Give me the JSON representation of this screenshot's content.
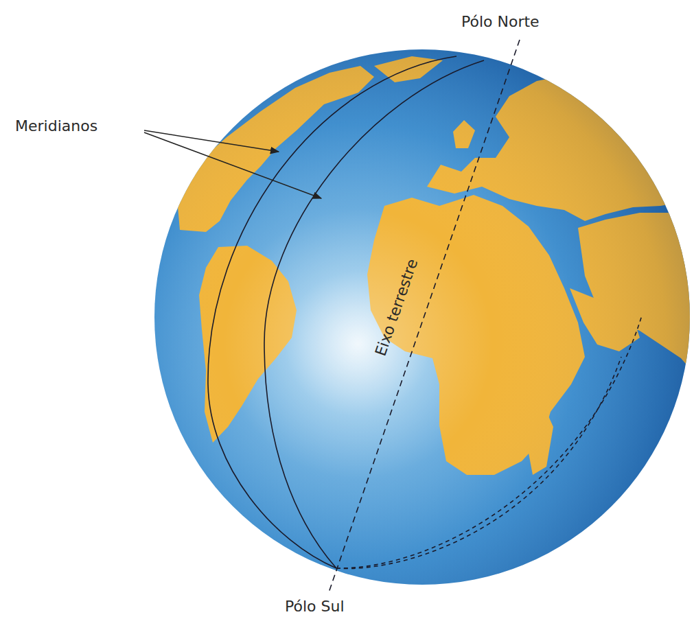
{
  "diagram": {
    "labels": [
      "Pólo Norte",
      "Meridianos",
      "Eixo terrestre",
      "Pólo Sul"
    ]
  }
}
